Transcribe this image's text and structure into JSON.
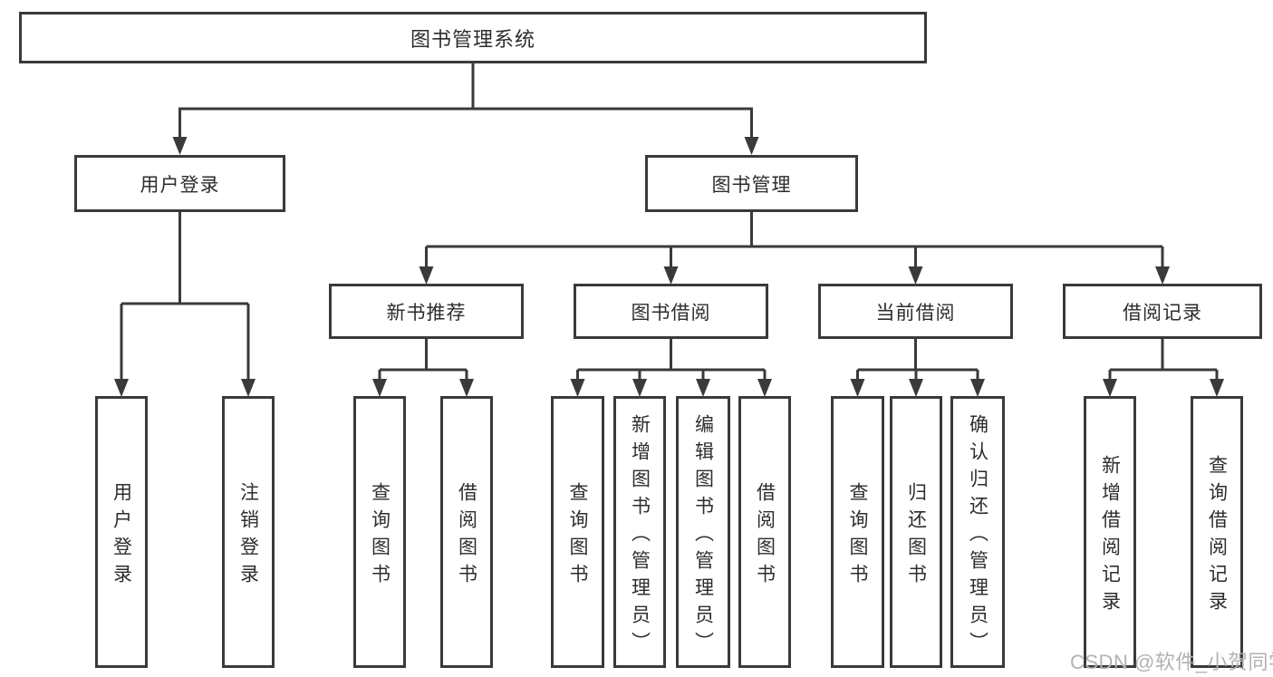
{
  "diagram": {
    "title": "图书管理系统",
    "level1": [
      {
        "label": "用户登录",
        "leaves": [
          "用户登录",
          "注销登录"
        ]
      },
      {
        "label": "图书管理",
        "groups": [
          {
            "label": "新书推荐",
            "leaves": [
              "查询图书",
              "借阅图书"
            ]
          },
          {
            "label": "图书借阅",
            "leaves": [
              "查询图书",
              "新增图书（管理员）",
              "编辑图书（管理员）",
              "借阅图书"
            ]
          },
          {
            "label": "当前借阅",
            "leaves": [
              "查询图书",
              "归还图书",
              "确认归还（管理员）"
            ]
          },
          {
            "label": "借阅记录",
            "leaves": [
              "新增借阅记录",
              "查询借阅记录"
            ]
          }
        ]
      }
    ],
    "watermark": "CSDN @软件_小贺同学"
  },
  "colors": {
    "line": "#3a3a3a",
    "text": "#2d2d2d",
    "watermark": "#b2b2b2",
    "background": "#ffffff"
  }
}
